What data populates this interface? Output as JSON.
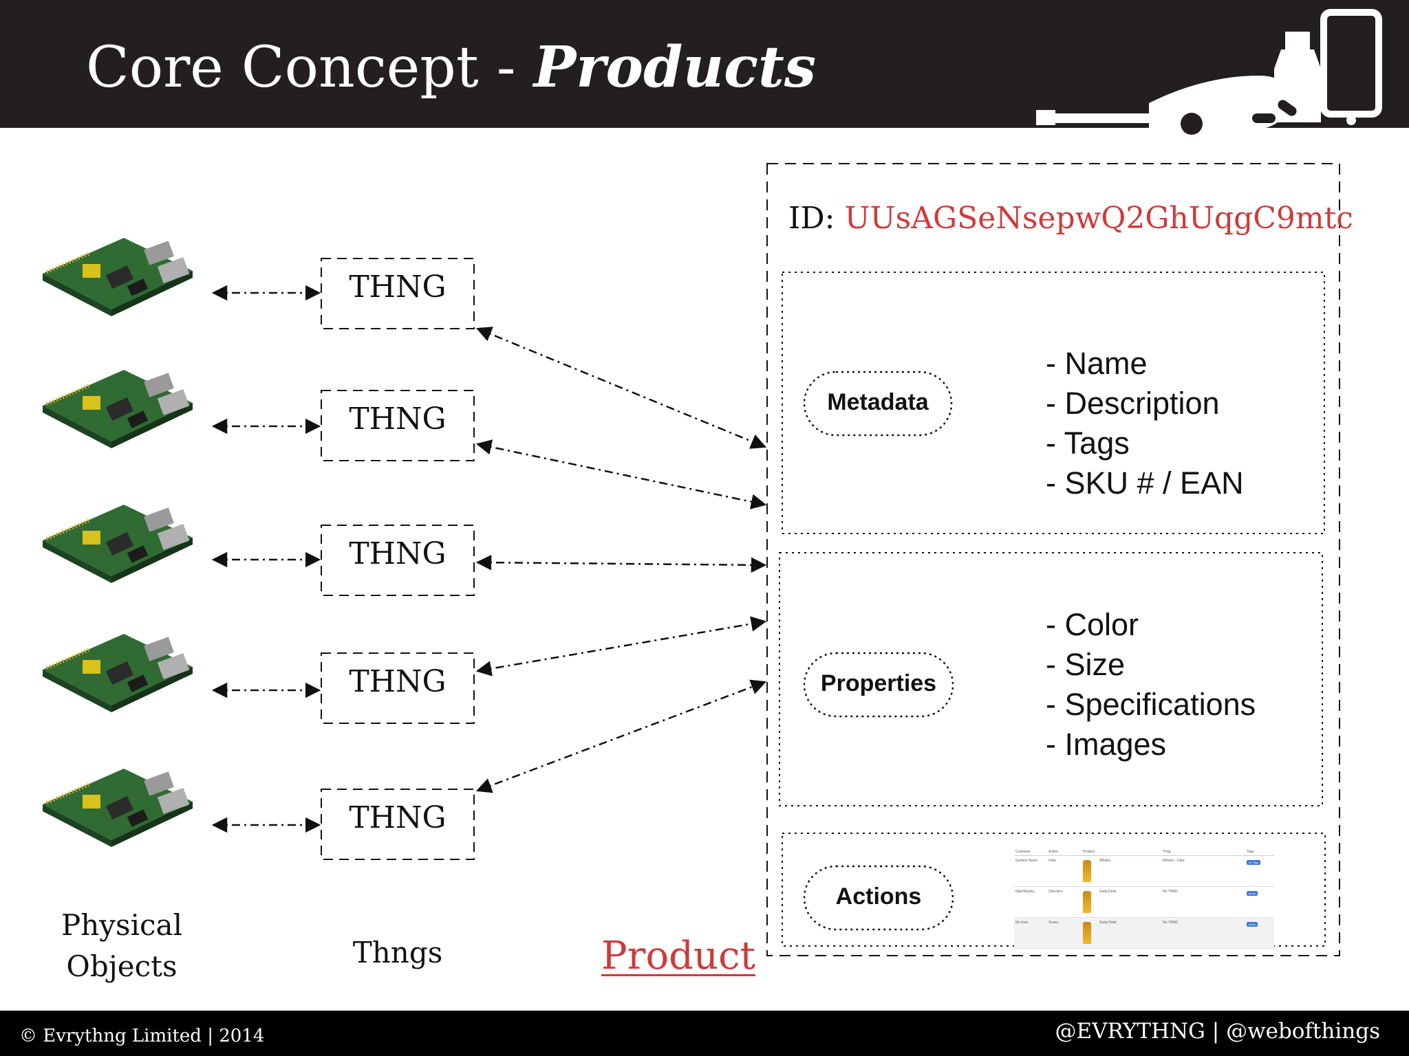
{
  "header": {
    "title_regular": "Core Concept - ",
    "title_bold": "Products"
  },
  "left_column": {
    "thngs": [
      "THNG",
      "THNG",
      "THNG",
      "THNG",
      "THNG"
    ],
    "label_physical": "Physical Objects",
    "label_thngs": "Thngs"
  },
  "product": {
    "label": "Product",
    "id_prefix": "ID: ",
    "id_value": "UUsAGSeNsepwQ2GhUqgC9mtc",
    "sections": [
      {
        "label": "Metadata",
        "items": [
          "- Name",
          "- Description",
          "- Tags",
          "- SKU # / EAN"
        ]
      },
      {
        "label": "Properties",
        "items": [
          "- Color",
          "- Size",
          "- Specifications",
          "- Images"
        ]
      },
      {
        "label": "Actions",
        "items": []
      }
    ]
  },
  "actions_table": {
    "headers": [
      "Customer",
      "Action",
      "Product",
      "Thng",
      "Tags"
    ],
    "rows": [
      {
        "customer": "Generic Demo",
        "action": "Fake",
        "product": "Whisky",
        "thng": "Whisky - Fake",
        "tag": "no Tags"
      },
      {
        "customer": "Niall Murphy",
        "action": "Checkins",
        "product": "Soda Drink",
        "thng": "No THNG",
        "tag": "demo"
      },
      {
        "customer": "No User",
        "action": "Scans",
        "product": "Soda Drink",
        "thng": "No THNG",
        "tag": "demo"
      }
    ]
  },
  "footer": {
    "left": "© Evrythng Limited | 2014",
    "right": "@EVRYTHNG | @webofthings"
  },
  "colors": {
    "header_bg": "#231f20",
    "accent_red": "#cf3a3a"
  }
}
